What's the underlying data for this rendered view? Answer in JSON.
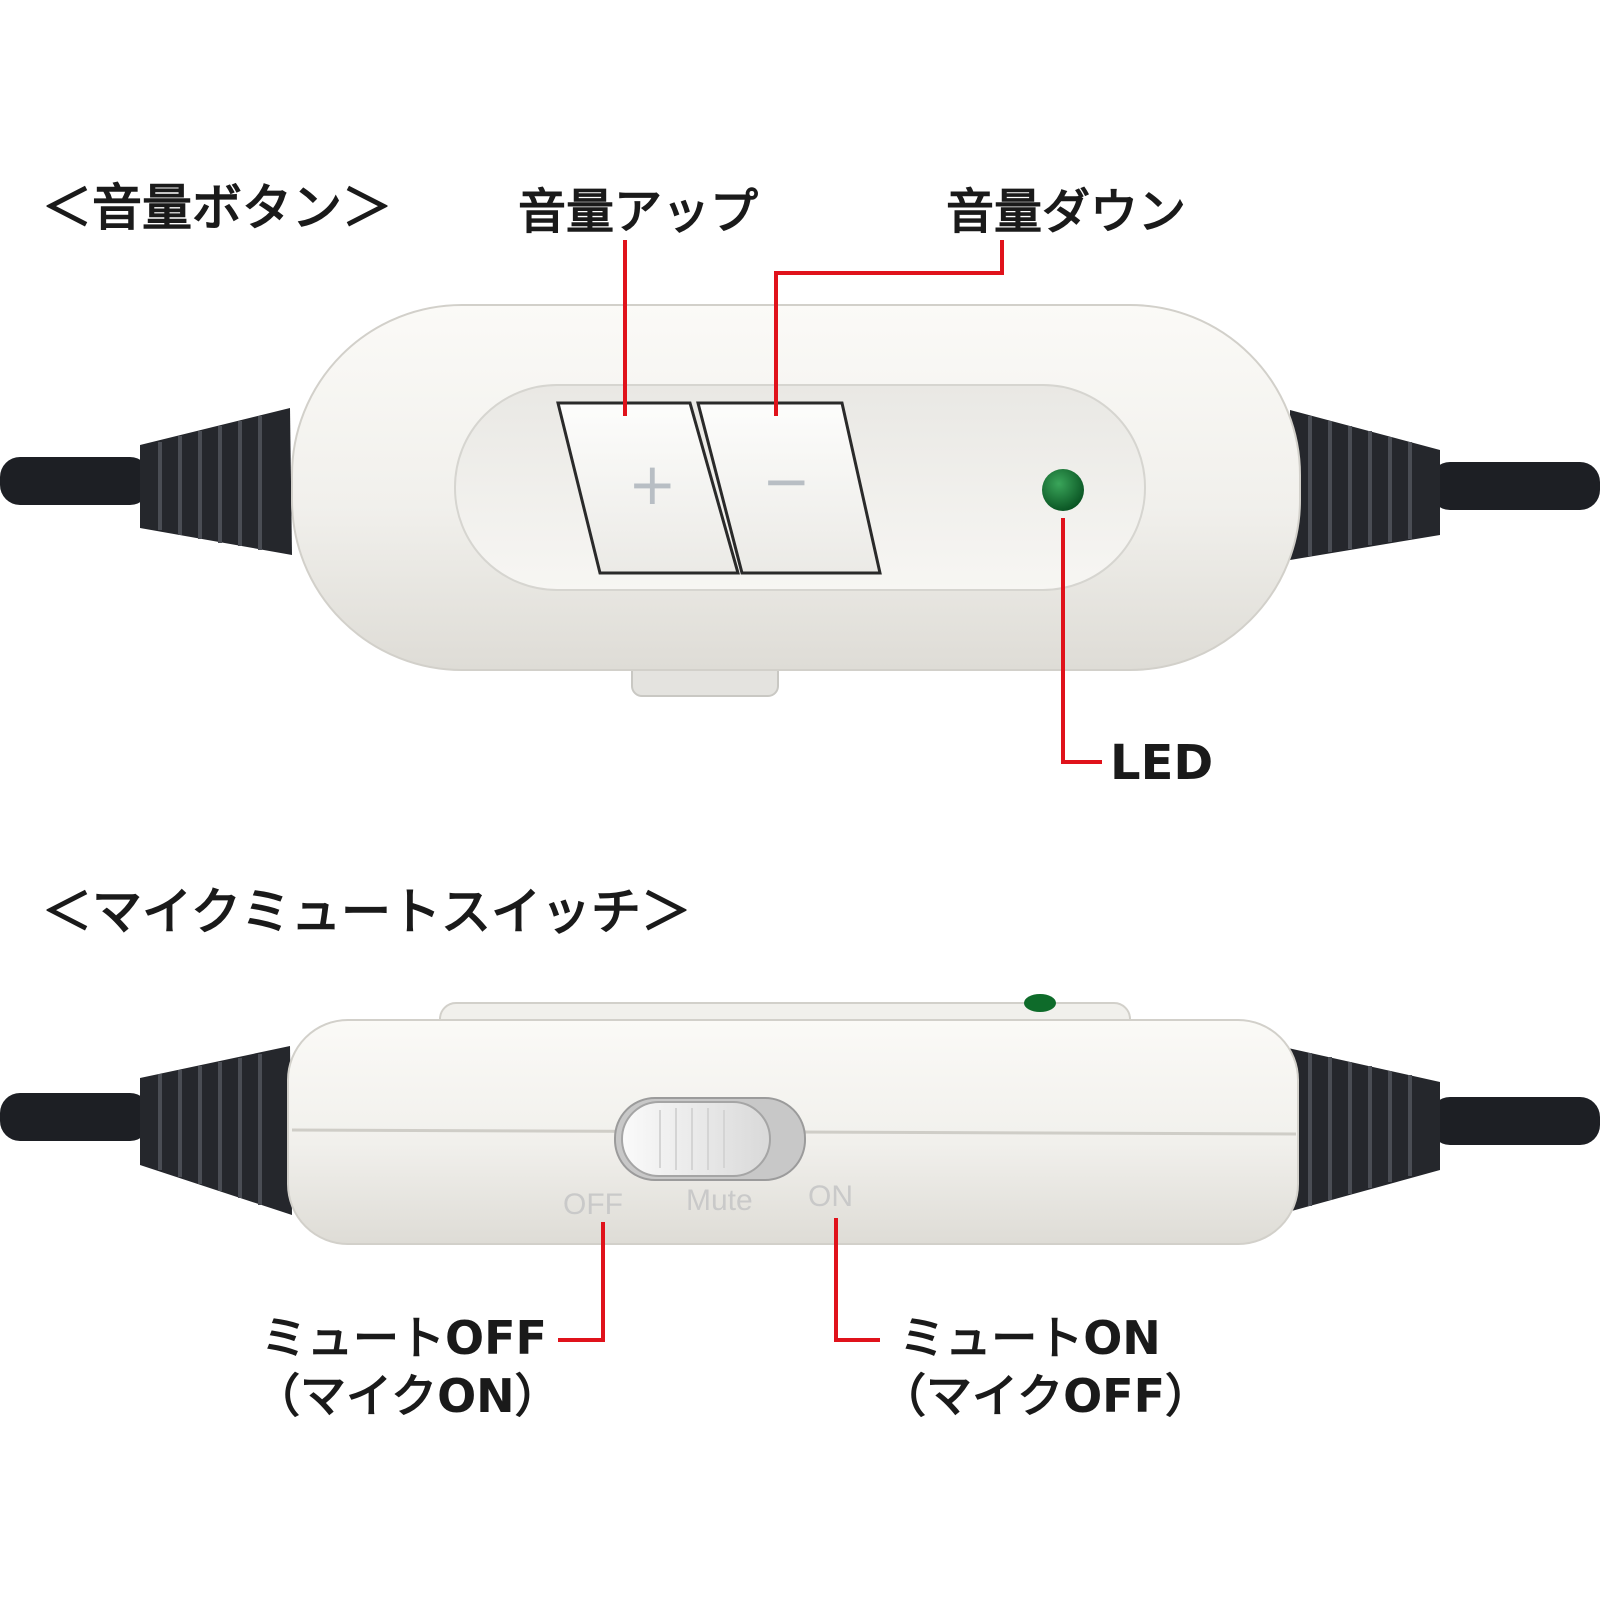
{
  "sections": {
    "volume": {
      "heading": "＜音量ボタン＞",
      "volume_up_label": "音量アップ",
      "volume_down_label": "音量ダウン",
      "led_label": "LED",
      "plus_symbol": "+",
      "minus_symbol": "−"
    },
    "mute": {
      "heading": "＜マイクミュートスイッチ＞",
      "switch_labels": {
        "off": "OFF",
        "mute": "Mute",
        "on": "ON"
      },
      "mute_off_line1": "ミュートOFF",
      "mute_off_line2": "（マイクON）",
      "mute_on_line1": "ミュートON",
      "mute_on_line2": "（マイクOFF）"
    }
  },
  "colors": {
    "callout_line": "#e0121b",
    "cable": "#1d1f24",
    "body": "#f3f2ee",
    "led": "#0e6b2a"
  }
}
